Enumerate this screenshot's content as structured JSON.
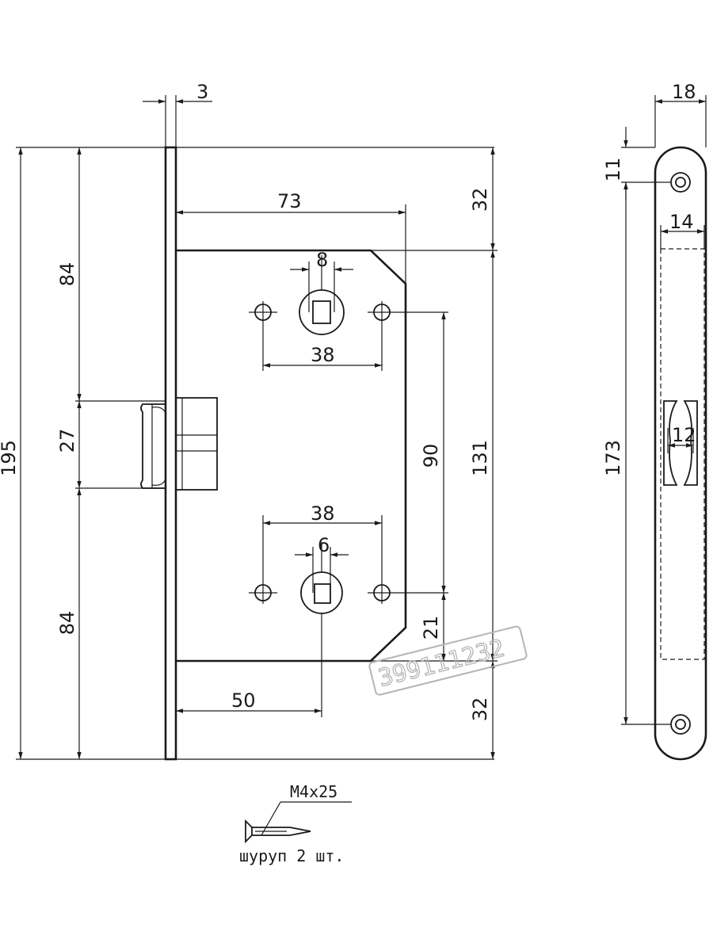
{
  "front_view": {
    "dims": {
      "faceplate_thickness": "3",
      "case_depth": "73",
      "top_offset": "32",
      "bottom_offset": "32",
      "upper_section": "84",
      "latch_height": "27",
      "lower_section": "84",
      "total_height": "195",
      "case_height": "131",
      "hole_spacing": "90",
      "bottom_to_hole": "21",
      "backset": "50",
      "upper_holes_spacing": "38",
      "upper_square": "8",
      "lower_holes_spacing": "38",
      "lower_square": "6"
    }
  },
  "side_view": {
    "dims": {
      "plate_width": "18",
      "hole_offset": "11",
      "slot_width": "14",
      "latch_width": "12",
      "plate_length": "173"
    }
  },
  "screw": {
    "spec": "M4x25",
    "caption": "шуруп 2 шт."
  },
  "watermark": "399111232"
}
